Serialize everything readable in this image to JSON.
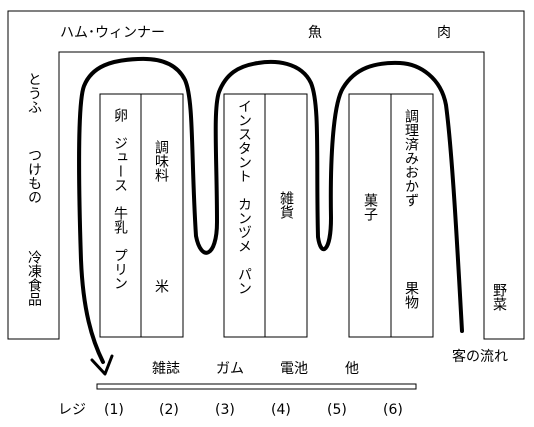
{
  "top_wall": {
    "ham": "ハム･ウィンナー",
    "fish": "魚",
    "meat": "肉"
  },
  "left_wall": {
    "tofu": "とうふ",
    "pickles": "つけもの",
    "frozen": "冷凍食品"
  },
  "right_wall": {
    "vegetables": "野菜"
  },
  "shelf_1": {
    "col_a": "卵　ジュース　牛乳　プリン",
    "col_b_top": "調味料",
    "col_b_bottom": "米"
  },
  "shelf_2": {
    "col_a": "インスタント　カンヅメ　パン",
    "col_b": "雑貨"
  },
  "shelf_3": {
    "col_a": "菓子",
    "col_b_top": "調理済みおかず",
    "col_b_bottom": "果物"
  },
  "checkout_row": {
    "magazines": "雑誌",
    "gum": "ガム",
    "batteries": "電池",
    "other": "他"
  },
  "register": {
    "label": "レジ",
    "numbers": [
      "(1)",
      "(2)",
      "(3)",
      "(4)",
      "(5)",
      "(6)"
    ]
  },
  "flow_label": "客の流れ"
}
